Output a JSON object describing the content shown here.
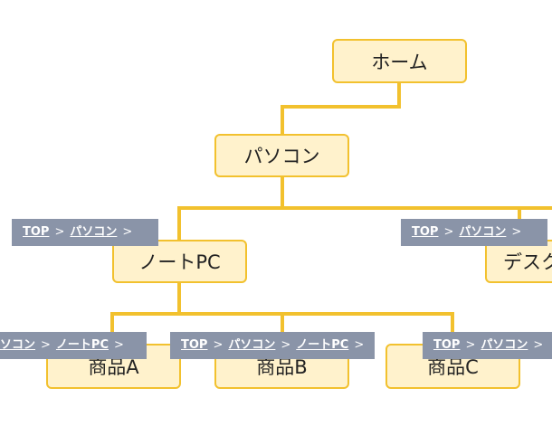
{
  "colors": {
    "node_fill": "#fff2cc",
    "node_border": "#f2c12e",
    "connector": "#f2c12e",
    "breadcrumb_bg": "#8a94a8",
    "breadcrumb_text": "#ffffff"
  },
  "nodes": {
    "home": "ホーム",
    "pc": "パソコン",
    "note_pc": "ノートPC",
    "desktop": "デスク",
    "product_a": "商品A",
    "product_b": "商品B",
    "product_c": "商品C"
  },
  "breadcrumbs": {
    "note_pc": {
      "top": "TOP",
      "sep1": ">",
      "pc": "パソコン",
      "sep2": ">"
    },
    "desktop": {
      "top": "TOP",
      "sep1": ">",
      "pc": "パソコン",
      "sep2": ">"
    },
    "product_a": {
      "pc": "ソコン",
      "sep1": ">",
      "note_pc": "ノートPC",
      "sep2": ">"
    },
    "product_b": {
      "top": "TOP",
      "sep1": ">",
      "pc": "パソコン",
      "sep2": ">",
      "note_pc": "ノートPC",
      "sep3": ">"
    },
    "product_c": {
      "top": "TOP",
      "sep1": ">",
      "pc": "パソコン",
      "sep2": ">"
    }
  }
}
